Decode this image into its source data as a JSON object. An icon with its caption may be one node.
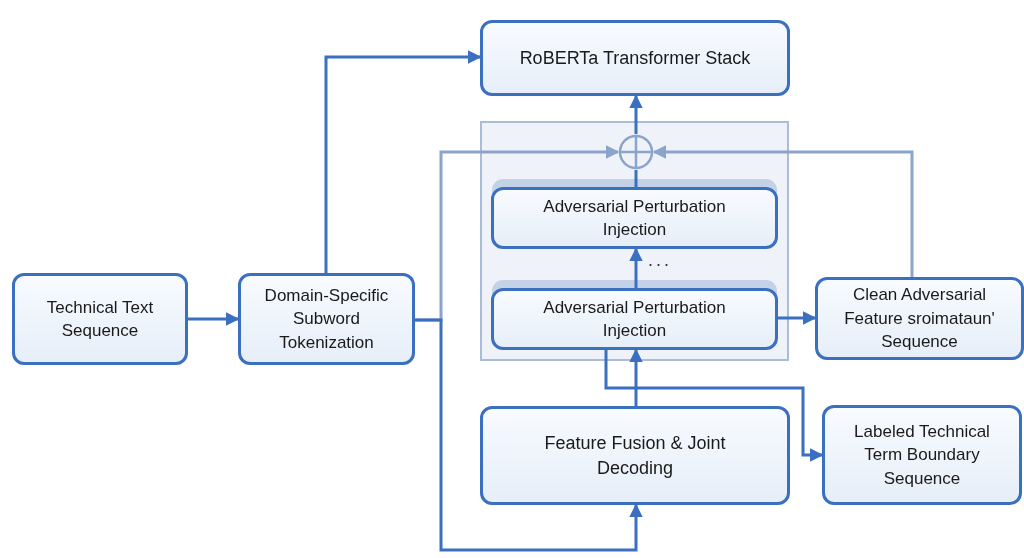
{
  "diagram": {
    "nodes": [
      {
        "text": [
          "Technical Text Sequence"
        ]
      },
      {
        "text": [
          "Domain-Specific Subword Tokenization"
        ]
      },
      {
        "text": [
          "RoBERTa Transformer Stack"
        ]
      },
      {
        "text": [],
        "shape": "box"
      },
      {
        "text": [],
        "shape": "circle",
        "in": 3
      },
      {
        "text": [
          "Adversarial Perturbation Injection"
        ],
        "in": 3
      },
      {
        "text": [
          "Adversarial Perturbation Injection"
        ],
        "in": 3
      },
      {
        "text": [
          "Clean Adversarial Feature sroimataun' Sequence"
        ]
      },
      {
        "text": [
          "Feature Fusion & Joint Decoding"
        ]
      },
      {
        "text": [
          "Labeled Technical Term Boundary Sequence"
        ]
      }
    ],
    "edges": [
      {
        "from": 0,
        "to": 1,
        "arrow": "to"
      },
      {
        "from": 1,
        "to": 2,
        "arrow": "to"
      },
      {
        "from": 1,
        "to": 4,
        "arrow": "to",
        "color": "#8aa4cc"
      },
      {
        "from": 1,
        "to": 8,
        "arrow": "to"
      },
      {
        "from": 7,
        "to": 4,
        "arrow": "to",
        "color": "#8aa4cc"
      },
      {
        "from": 4,
        "to": 2,
        "arrow": "to"
      },
      {
        "from": 5,
        "to": 4,
        "arrow": "none"
      },
      {
        "from": 6,
        "to": 5,
        "arrow": "to"
      },
      {
        "from": 6,
        "to": 7,
        "arrow": "to"
      },
      {
        "from": 6,
        "to": 9,
        "arrow": "to"
      },
      {
        "from": 8,
        "to": 6,
        "arrow": "to"
      }
    ],
    "labels": [
      "..."
    ]
  }
}
